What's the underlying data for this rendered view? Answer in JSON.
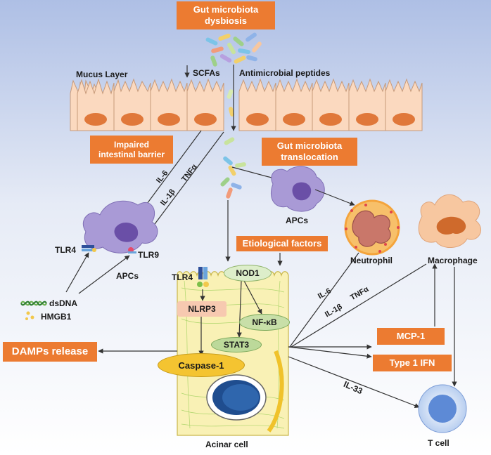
{
  "boxes": {
    "gut_dysbiosis": "Gut microbiota dysbiosis",
    "impaired_barrier": "Impaired intestinal barrier",
    "translocation": "Gut microbiota translocation",
    "etiological": "Etiological factors",
    "damps": "DAMPs release",
    "mcp1": "MCP-1",
    "type1ifn": "Type 1 IFN"
  },
  "labels": {
    "mucus_layer": "Mucus Layer",
    "scfas": "SCFAs",
    "amp": "Antimicrobial peptides",
    "il6_a": "IL-6",
    "il1b_a": "IL-1β",
    "tnfa_a": "TNFα",
    "tlr4_a": "TLR4",
    "tlr9": "TLR9",
    "apcs_left": "APCs",
    "apcs_mid": "APCs",
    "neutrophil": "Neutrophil",
    "macrophage": "Macrophage",
    "tlr4_b": "TLR4",
    "dsdna": "dsDNA",
    "hmgb1": "HMGB1",
    "il6_b": "IL-6",
    "il1b_b": "IL-1β",
    "tnfa_b": "TNFα",
    "il33": "IL-33",
    "acinar": "Acinar cell",
    "tcell": "T cell"
  },
  "molecules": {
    "nod1": "NOD1",
    "nlrp3": "NLRP3",
    "nfkb": "NF-κB",
    "stat3": "STAT3",
    "caspase1": "Caspase-1"
  },
  "colors": {
    "orange_box": "#ec7b31",
    "epithelium": "#fbd9bf",
    "nucleus": "#e0783a",
    "apc": "#a99ad6",
    "acinar": "#f9f1b5",
    "green_oval": "#c8dfa8",
    "tcell": "#5d8ad6"
  }
}
